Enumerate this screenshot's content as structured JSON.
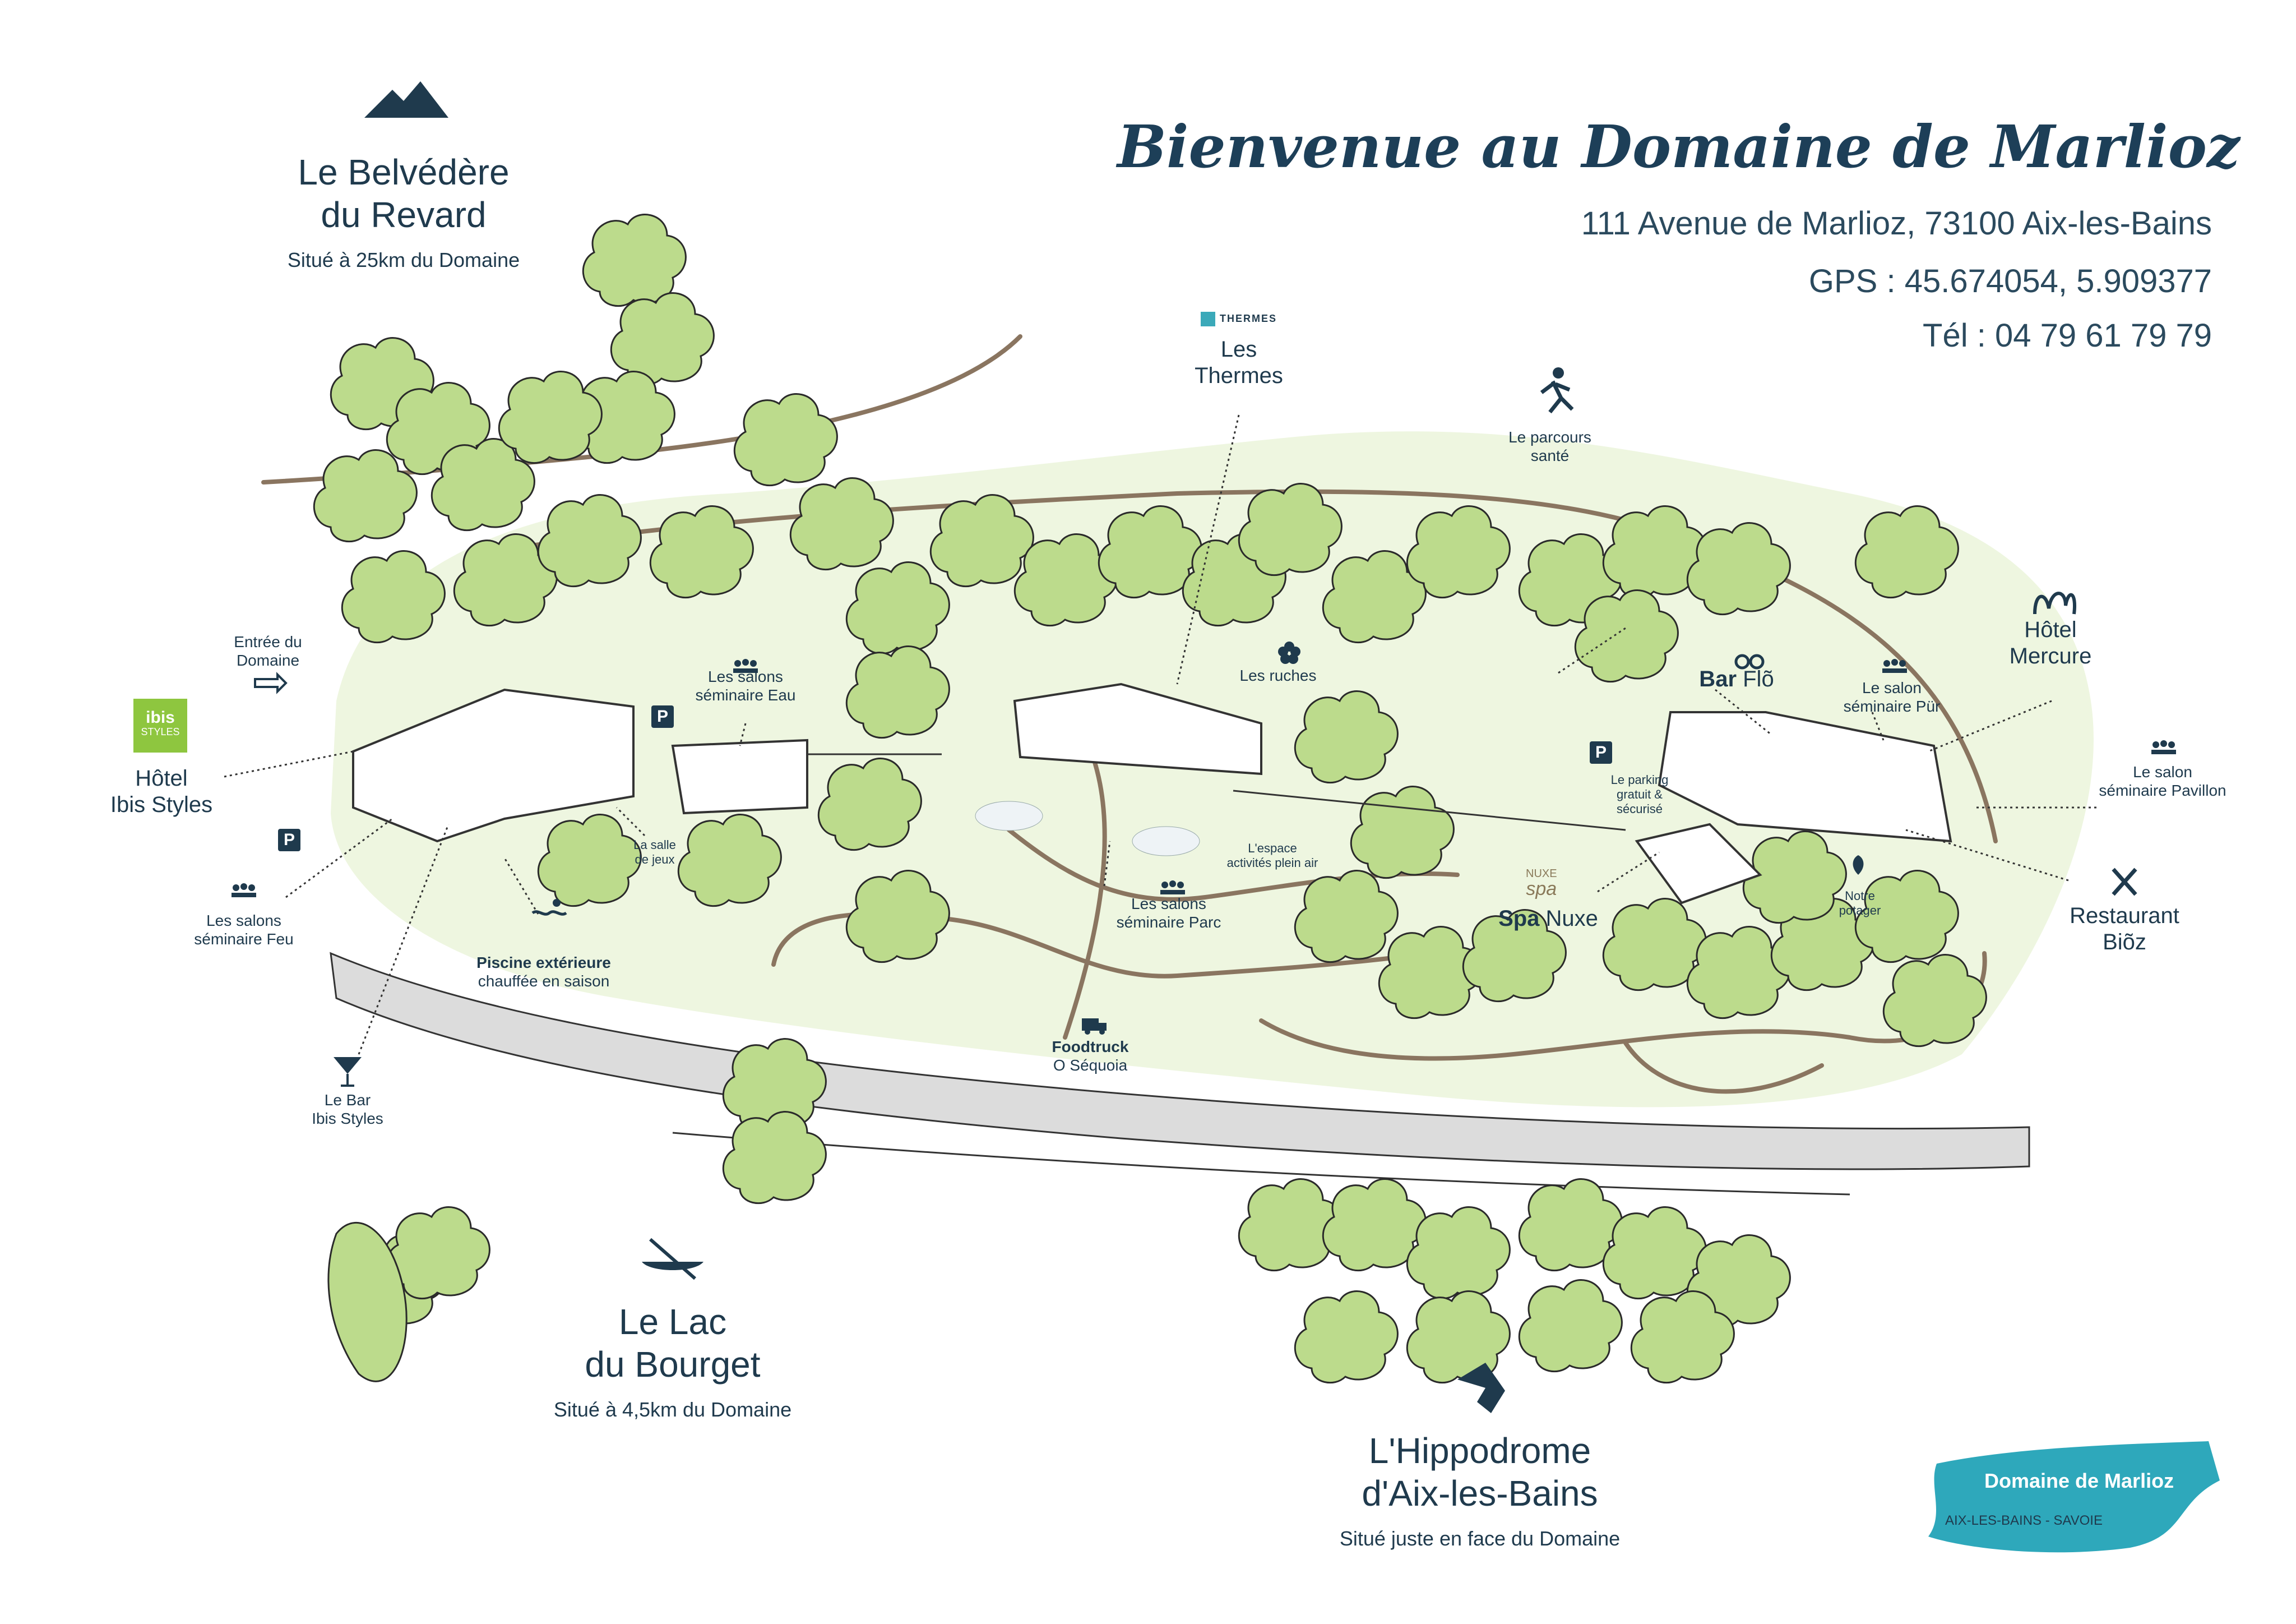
{
  "header": {
    "title": "Bienvenue au Domaine de Marlioz",
    "address": "111 Avenue de Marlioz, 73100 Aix-les-Bains",
    "gps": "GPS : 45.674054, 5.909377",
    "tel": "Tél : 04 79 61 79 79"
  },
  "destinations": {
    "belvedere": {
      "line1": "Le Belvédère",
      "line2": "du Revard",
      "note": "Situé à 25km du Domaine"
    },
    "lac": {
      "line1": "Le Lac",
      "line2": "du Bourget",
      "note": "Situé à 4,5km du Domaine"
    },
    "hippodrome": {
      "line1": "L'Hippodrome",
      "line2": "d'Aix-les-Bains",
      "note": "Situé juste en face du Domaine"
    }
  },
  "places": {
    "entree": {
      "line1": "Entrée du",
      "line2": "Domaine"
    },
    "hotel_ibis": {
      "line1": "Hôtel",
      "line2": "Ibis Styles"
    },
    "ibis_logo": {
      "line1": "ibis",
      "line2": "STYLES"
    },
    "salons_feu": {
      "line1": "Les salons",
      "line2": "séminaire Feu"
    },
    "bar_ibis": {
      "line1": "Le Bar",
      "line2": "Ibis Styles"
    },
    "salons_eau": {
      "line1": "Les salons",
      "line2": "séminaire Eau"
    },
    "salle_jeux": {
      "line1": "La salle",
      "line2": "de jeux"
    },
    "piscine": {
      "line1": "Piscine extérieure",
      "line2": "chauffée en saison"
    },
    "thermes": {
      "line1": "Les",
      "line2": "Thermes"
    },
    "thermes_logo": "THERMES",
    "ruches": "Les ruches",
    "salons_parc": {
      "line1": "Les salons",
      "line2": "séminaire Parc"
    },
    "foodtruck": {
      "line1": "Foodtruck",
      "line2": "O Séquoia"
    },
    "espace": {
      "line1": "L'espace",
      "line2": "activités plein air"
    },
    "parcours": {
      "line1": "Le parcours",
      "line2": "santé"
    },
    "parking_center": {
      "line1": "Le parking",
      "line2": "gratuit &",
      "line3": "sécurisé"
    },
    "nuxe_logo": {
      "line1": "NUXE",
      "line2": "spa"
    },
    "spa": {
      "bold": "Spa",
      "rest": " Nuxe"
    },
    "bar_flo": {
      "bold": "Bar",
      "rest": " Flõ"
    },
    "salon_pur": {
      "line1": "Le salon",
      "line2": "séminaire Pür"
    },
    "hotel_mercure": {
      "line1": "Hôtel",
      "line2": "Mercure"
    },
    "salon_pavillon": {
      "line1": "Le salon",
      "line2": "séminaire Pavillon"
    },
    "potager": {
      "line1": "Notre",
      "line2": "potager"
    },
    "restaurant": {
      "line1": "Restaurant",
      "line2": "Biõz"
    }
  },
  "parking_glyph": "P",
  "brand": {
    "name": "Domaine de Marlioz",
    "sub": "AIX-LES-BAINS - SAVOIE"
  },
  "icons": [
    "mountain-icon",
    "parking-icon",
    "meeting-table-icon",
    "cocktail-glass-icon",
    "swimmer-icon",
    "flower-icon",
    "runner-icon",
    "binoculars-icon",
    "food-truck-icon",
    "canoe-icon",
    "hippodrome-icon",
    "mercure-logo-icon",
    "cutlery-icon",
    "leaf-icon",
    "arrow-right-icon"
  ],
  "colors": {
    "tree": "#bcdb8c",
    "park": "#eef6e0",
    "path": "#8a7560",
    "road": "#dcdcdc",
    "text": "#1f3a4d",
    "brand": "#2ea8bb",
    "ibis": "#8ec63f"
  }
}
